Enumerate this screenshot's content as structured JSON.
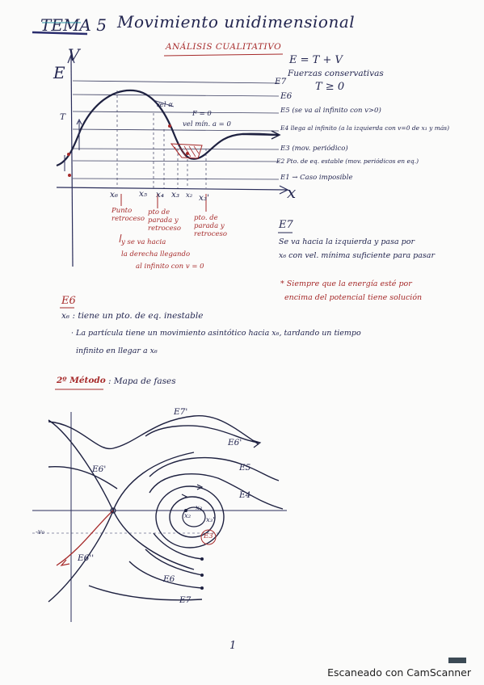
{
  "header": {
    "tema": "TEMA 5",
    "title": "Movimiento unidimensional",
    "subtitle": "ANÁLISIS CUALITATIVO"
  },
  "energy": {
    "eq": "E = T + V",
    "forces": "Fuerzas conservativas",
    "ineq": "T ≥ 0"
  },
  "graph1": {
    "y_top": "V",
    "y_main": "E",
    "x_axis": "x",
    "levels": {
      "E7": "E7",
      "E6": "E6",
      "E5": "E5 (se va al infinito con v>0)",
      "E4": "E4 llega al infinito (a la izquierda con v=0 de x₁ y más)",
      "E3": "E3 (mov. periódico)",
      "E2": "E2 Pto. de eq. estable (mov. periódicos en eq.)",
      "E1": "E1 → Caso imposible"
    },
    "marks": {
      "T": "T",
      "vel_alpha": "vel α",
      "F0": "F = 0",
      "vel_min": "vel mín. a = 0"
    },
    "xticks": [
      "x₆",
      "x₅",
      "x₄",
      "x₃",
      "x₂",
      "x₃'"
    ],
    "below": {
      "punto_retroceso": "Punto retroceso",
      "pto_parada": "pto de parada y retroceso",
      "pto_parada2": "pto. de parada y retroceso",
      "note_l1": "y se va hacia",
      "note_l2": "la derecha llegando",
      "note_l3": "al infinito con v = 0"
    }
  },
  "notes_right": {
    "e7": "E7",
    "line1": "Se va hacia la izquierda y pasa por",
    "line2": "x₆ con vel. mínima suficiente para pasar",
    "red1": "* Siempre que la energía esté por",
    "red2": "encima del potencial tiene solución"
  },
  "section_e6": {
    "title": "E6",
    "line1": "x₆ : tiene un pto. de eq. inestable",
    "line2": "· La partícula tiene un movimiento asintótico hacia x₆, tardando un tiempo",
    "line3": "infinito en llegar a x₆"
  },
  "section_method2": {
    "title": "2º Método",
    "subtitle": ": Mapa de fases"
  },
  "phase_map": {
    "labels": [
      "E7'",
      "E6'",
      "E5",
      "E4",
      "E6'",
      "E6''",
      "E6",
      "E7",
      "E3",
      "x₂",
      "x₃",
      "x₃'",
      "-v₀"
    ]
  },
  "page_number": "1",
  "footer": "Escaneado con CamScanner"
}
